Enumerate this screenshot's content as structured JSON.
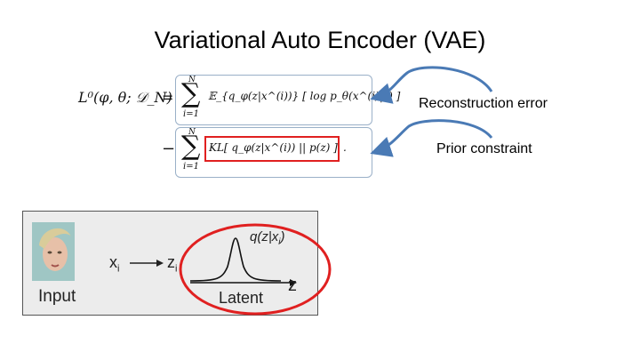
{
  "title": "Variational Auto Encoder (VAE)",
  "equation": {
    "lhs": "L⁰(φ, θ; 𝒟_N)",
    "eq": "=",
    "minus": "−",
    "sum_top": "N",
    "sum_bottom": "i=1",
    "sum_symbol": "∑",
    "term1": "𝔼_{q_φ(z|x^(i))} [ log p_θ(x^(i)|z) ]",
    "term2": "KL[ q_φ(z|x^(i)) || p(z) ]",
    "term2_suffix": "."
  },
  "annotations": {
    "reconstruction": "Reconstruction error",
    "prior": "Prior constraint"
  },
  "panel": {
    "input_label": "Input",
    "xi_label": "x",
    "xi_sub": "i",
    "zi_label": "z",
    "zi_sub": "i",
    "latent_label": "Latent",
    "z_axis_label": "z",
    "q_label": "q(z|x",
    "q_sub": "i",
    "q_close": ")"
  },
  "colors": {
    "highlight_red": "#e02020",
    "arrow_blue": "#4a7ab5",
    "box_border": "#9ab0c8"
  }
}
